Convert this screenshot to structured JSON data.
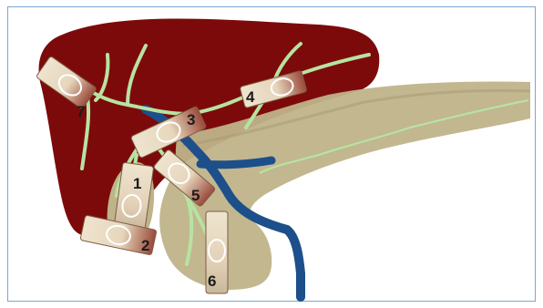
{
  "colors": {
    "liver": "#7d0a0a",
    "pancreas": "#bfb389",
    "duct": "#1d4f8a",
    "vessels": "#b7e3a2",
    "frame": "#7aa6d6"
  },
  "labels": {
    "l1": "1",
    "l2": "2",
    "l3": "3",
    "l4": "4",
    "l5": "5",
    "l6": "6",
    "l7": "7"
  }
}
